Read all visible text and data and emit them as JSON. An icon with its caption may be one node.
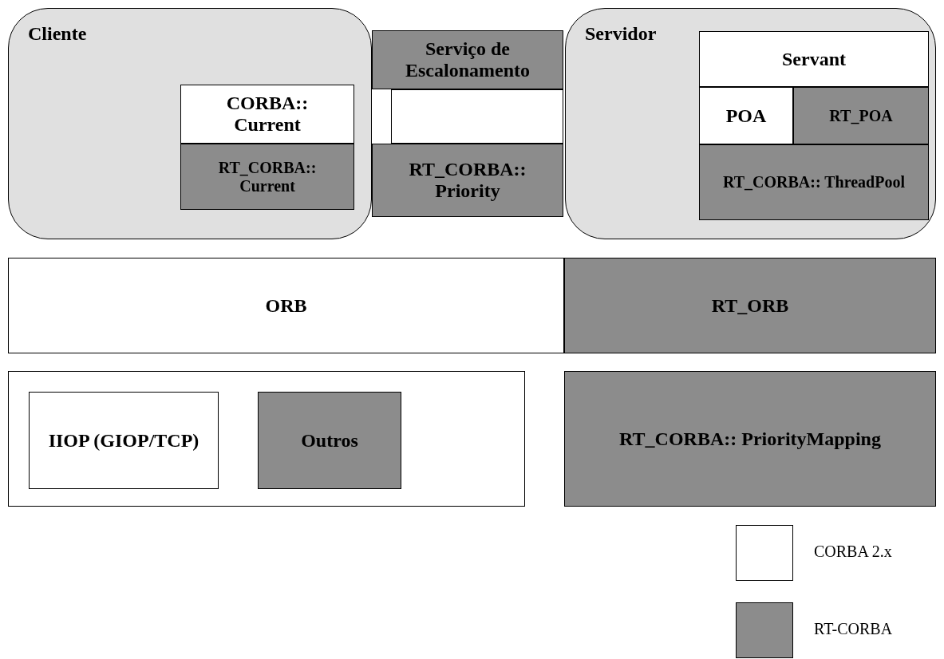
{
  "diagram": {
    "nodes": [
      {
        "text": [
          "Cliente"
        ]
      },
      {
        "text": [
          "CORBA:: Current"
        ],
        "in": 0
      },
      {
        "text": [
          "RT_CORBA:: Current"
        ],
        "in": 0
      },
      {
        "text": [
          "Serviço de Escalonamento"
        ]
      },
      {
        "text": [],
        "shape": "box"
      },
      {
        "text": [
          "RT_CORBA:: Priority"
        ]
      },
      {
        "text": [
          "Servidor"
        ]
      },
      {
        "text": [
          "Servant"
        ],
        "in": 6
      },
      {
        "text": [
          "POA"
        ],
        "in": 6
      },
      {
        "text": [
          "RT_POA"
        ],
        "in": 6
      },
      {
        "text": [
          "RT_CORBA:: ThreadPool"
        ],
        "in": 6
      },
      {
        "text": [
          "ORB"
        ]
      },
      {
        "text": [
          "RT_ORB"
        ]
      },
      {
        "text": [],
        "shape": "box"
      },
      {
        "text": [
          "IIOP (GIOP/TCP)"
        ],
        "in": 13
      },
      {
        "text": [
          "Outros"
        ],
        "in": 13
      },
      {
        "text": [
          "RT_CORBA:: PriorityMapping"
        ]
      }
    ],
    "legend": [
      {
        "text": "CORBA 2.x",
        "color": "#ffffff"
      },
      {
        "text": "RT-CORBA",
        "color": "#8c8c8c"
      }
    ]
  }
}
